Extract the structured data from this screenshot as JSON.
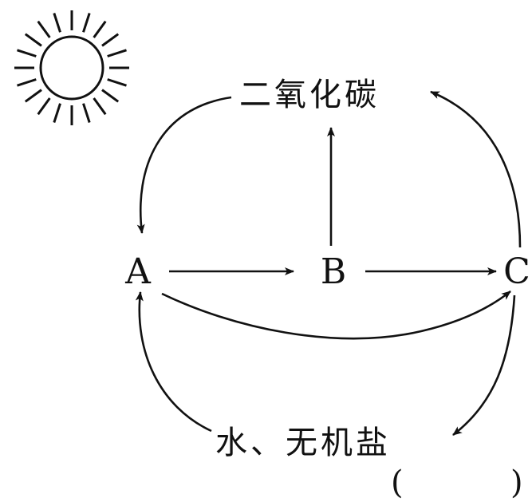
{
  "nodes": {
    "a": "A",
    "b": "B",
    "c": "C",
    "co2": "二氧化碳",
    "water_minerals": "水、无机盐"
  },
  "answer_blank": {
    "open": "(",
    "close": ")"
  },
  "icons": {
    "sun": "sun-icon"
  }
}
